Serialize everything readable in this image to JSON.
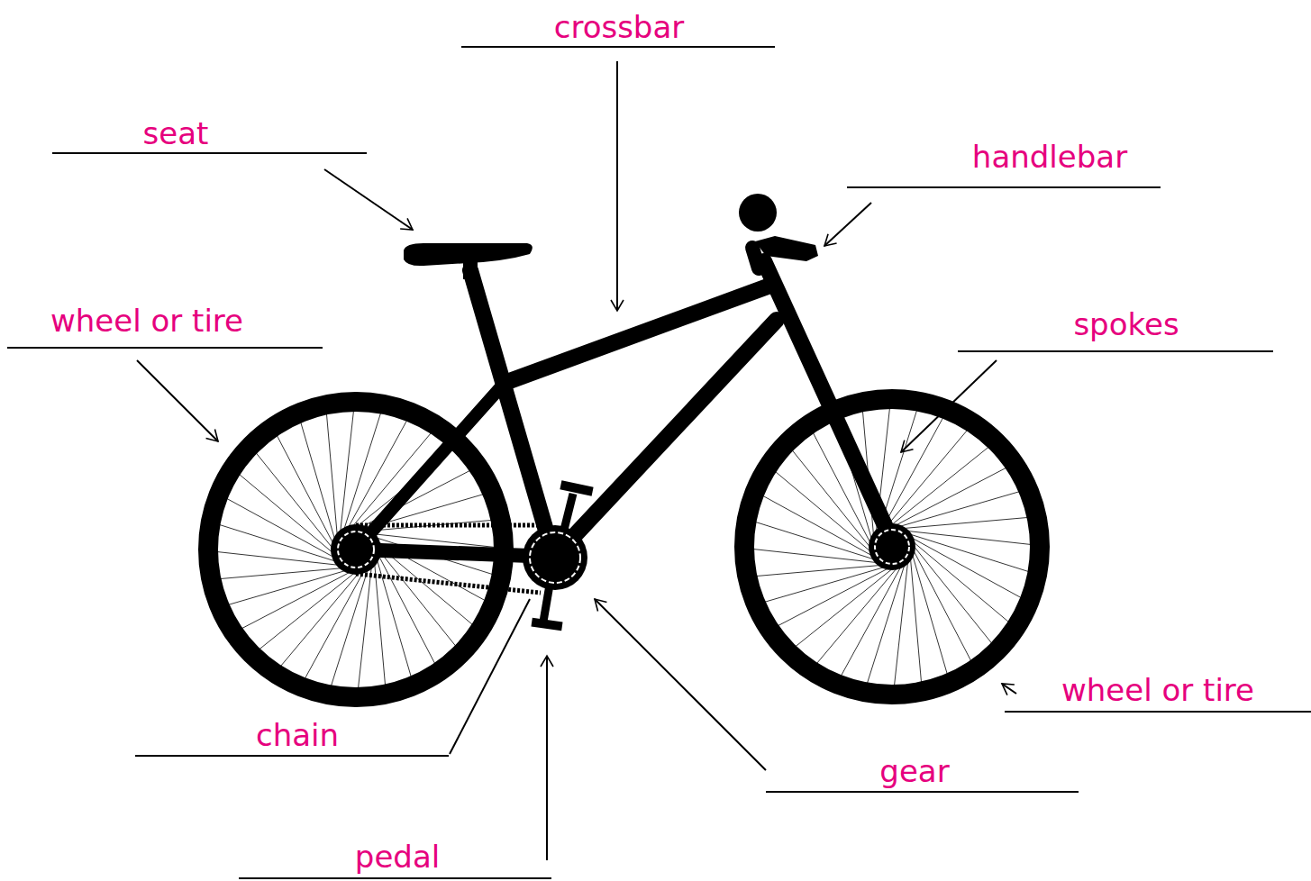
{
  "diagram": {
    "labels": [
      "crossbar",
      "seat",
      "handlebar",
      "wheel or tire",
      "spokes",
      "wheel or tire",
      "chain",
      "gear",
      "pedal"
    ]
  }
}
